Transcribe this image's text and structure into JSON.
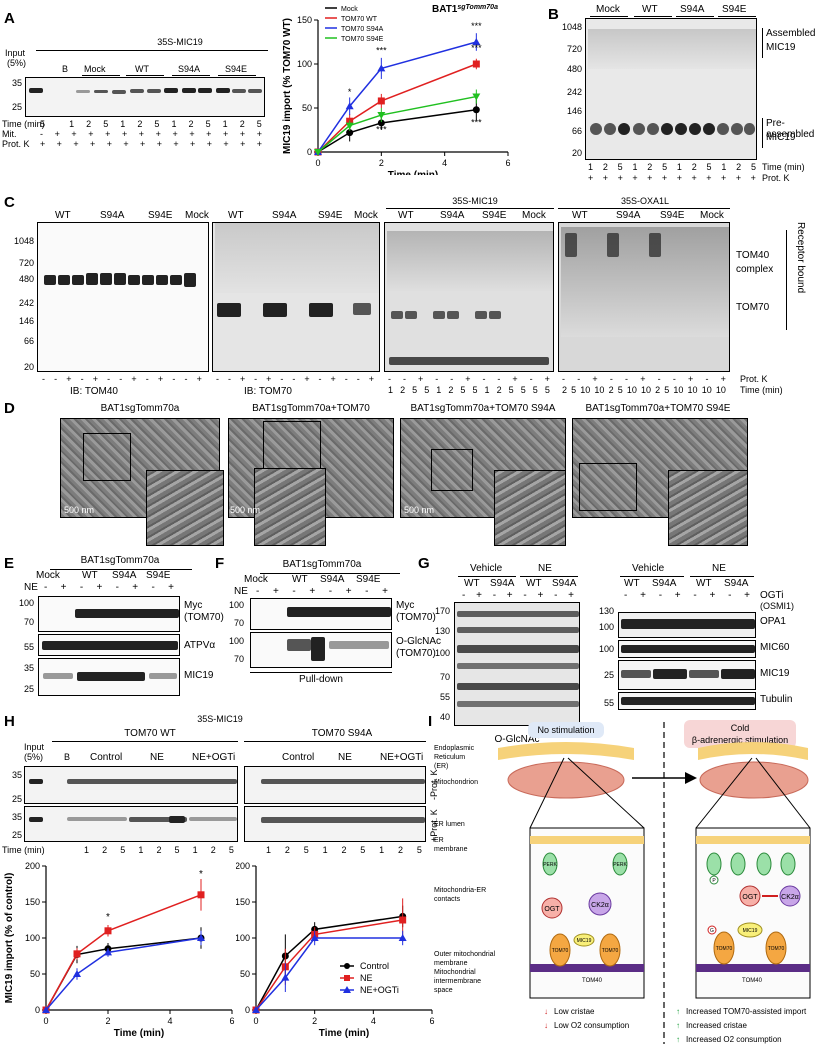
{
  "panel_labels": [
    "A",
    "B",
    "C",
    "D",
    "E",
    "F",
    "G",
    "H",
    "I"
  ],
  "panelA": {
    "title": "35S-MIC19",
    "input_label": "Input",
    "input_pct": "(5%)",
    "b_label": "B",
    "groups": [
      "Mock",
      "WT",
      "S94A",
      "S94E"
    ],
    "mw": [
      "35",
      "25"
    ],
    "row_labels": [
      "Time (min)",
      "Mit.",
      "Prot. K"
    ],
    "time_row": [
      "5",
      "1",
      "2",
      "5",
      "1",
      "2",
      "5",
      "1",
      "2",
      "5",
      "1",
      "2",
      "5"
    ],
    "mit_row": [
      "-",
      "+",
      "+",
      "+",
      "+",
      "+",
      "+",
      "+",
      "+",
      "+",
      "+",
      "+",
      "+",
      "+"
    ],
    "protk_row": [
      "+",
      "+",
      "+",
      "+",
      "+",
      "+",
      "+",
      "+",
      "+",
      "+",
      "+",
      "+",
      "+",
      "+"
    ]
  },
  "chartA_text": {
    "title_main": "BAT1",
    "title_sup": "sgTomm70a",
    "ylabel": "MIC19 import (% TOM70 WT)",
    "xlabel": "Time (min)",
    "legend": [
      "Mock",
      "TOM70 WT",
      "TOM70 S94A",
      "TOM70 S94E"
    ],
    "stars": [
      "*",
      "***",
      "***",
      "***",
      "***",
      "***"
    ]
  },
  "panelB": {
    "groups": [
      "Mock",
      "WT",
      "S94A",
      "S94E"
    ],
    "mw": [
      "1048",
      "720",
      "480",
      "242",
      "146",
      "66",
      "20"
    ],
    "annot_top": [
      "Assembled",
      "MIC19"
    ],
    "annot_bot": [
      "Pre-assembled",
      "MIC19"
    ],
    "time_row": [
      "1",
      "2",
      "5",
      "1",
      "2",
      "5",
      "1",
      "2",
      "5",
      "1",
      "2",
      "5"
    ],
    "time_label": "Time (min)",
    "protk_label": "Prot. K"
  },
  "panelC": {
    "mw": [
      "1048",
      "720",
      "480",
      "242",
      "146",
      "66",
      "20"
    ],
    "groups": [
      "WT",
      "S94A",
      "S94E",
      "Mock"
    ],
    "ib1": "IB: TOM40",
    "ib2": "IB: TOM70",
    "title3": "35S-MIC19",
    "title4": "35S-OXA1L",
    "annot": [
      "TOM40",
      "complex",
      "TOM70"
    ],
    "receptor": "Receptor bound",
    "pk_row12": [
      "-",
      "-",
      "+",
      "-",
      "+",
      "-",
      "-",
      "+",
      "-",
      "+",
      "-",
      "-",
      "+"
    ],
    "pk_row3": [
      "-",
      "-",
      "+",
      "-",
      "-",
      "+",
      "-",
      "-",
      "+",
      "-",
      "+"
    ],
    "time_row3": [
      "1",
      "2",
      "5",
      "5",
      "1",
      "2",
      "5",
      "5",
      "1",
      "2",
      "5",
      "5",
      "5",
      "5"
    ],
    "time_row4": [
      "2",
      "5",
      "10",
      "10",
      "2",
      "5",
      "10",
      "10",
      "2",
      "5",
      "10",
      "10",
      "10",
      "10"
    ],
    "protk_label": "Prot. K",
    "time_label": "Time (min)"
  },
  "panelD": {
    "titles": [
      "BAT1sgTomm70a",
      "BAT1sgTomm70a+TOM70",
      "BAT1sgTomm70a+TOM70 S94A",
      "BAT1sgTomm70a+TOM70 S94E"
    ],
    "scale": "500 nm"
  },
  "panelE": {
    "title": "BAT1sgTomm70a",
    "groups": [
      "Mock",
      "WT",
      "S94A",
      "S94E"
    ],
    "ne_label": "NE",
    "ne_row": [
      "-",
      "+",
      "-",
      "+",
      "-",
      "+",
      "-",
      "+"
    ],
    "mw": [
      "100",
      "70",
      "55",
      "35",
      "25"
    ],
    "bands": [
      "Myc",
      "(TOM70)",
      "ATPVα",
      "MIC19"
    ]
  },
  "panelF": {
    "title": "BAT1sgTomm70a",
    "groups": [
      "Mock",
      "WT",
      "S94A",
      "S94E"
    ],
    "ne_label": "NE",
    "ne_row": [
      "-",
      "+",
      "-",
      "+",
      "-",
      "+",
      "-",
      "+"
    ],
    "mw": [
      "100",
      "70",
      "100",
      "70"
    ],
    "bands": [
      "Myc",
      "(TOM70)",
      "O-GlcNAc",
      "(TOM70)"
    ],
    "footer": "Pull-down"
  },
  "panelG": {
    "cond": [
      "Vehicle",
      "NE"
    ],
    "genos": [
      "WT",
      "S94A",
      "WT",
      "S94A"
    ],
    "ogti_row": [
      "-",
      "+",
      "-",
      "+",
      "-",
      "+",
      "-",
      "+"
    ],
    "ogti_label": "OGTi",
    "ogti_sub": "(OSMI1)",
    "mw_left": [
      "170",
      "130",
      "100",
      "70",
      "55",
      "40"
    ],
    "left_footer": "O-GlcNAc",
    "mw_right": [
      "130",
      "100",
      "100",
      "25",
      "55"
    ],
    "bands": [
      "OPA1",
      "MIC60",
      "MIC19",
      "Tubulin"
    ]
  },
  "panelH": {
    "title": "35S-MIC19",
    "halves": [
      "TOM70 WT",
      "TOM70 S94A"
    ],
    "input_label": "Input",
    "input_pct": "(5%)",
    "b_label": "B",
    "groups": [
      "Control",
      "NE",
      "NE+OGTi"
    ],
    "mw": [
      "35",
      "25",
      "35",
      "25"
    ],
    "row_labels": [
      "-Prot. K",
      "+Prot. K"
    ],
    "time_label": "Time (min)",
    "time_row": [
      "1",
      "2",
      "5",
      "1",
      "2",
      "5",
      "1",
      "2",
      "5"
    ],
    "ylabel": "MIC19 import (% of control)",
    "xlabel": "Time (min)",
    "legend": [
      "Control",
      "NE",
      "NE+OGTi"
    ],
    "stars": [
      "*",
      "*"
    ]
  },
  "panelI": {
    "left_header": "No stimulation",
    "right_header": [
      "Cold",
      "β-adrenergic stimulation"
    ],
    "labels": [
      "Endoplasmic",
      "Reticulum",
      "(ER)",
      "Mitochondrion",
      "ER lumen",
      "ER",
      "membrane",
      "Mitochondria-ER",
      "contacts",
      "Outer mitochondrial",
      "membrane",
      "Mitochondrial",
      "intermembrane",
      "space"
    ],
    "proteins": [
      "PERK",
      "OGT",
      "CK2α",
      "MIC19",
      "TOM70",
      "TOM40",
      "P",
      "G"
    ],
    "left_results": [
      "Low cristae",
      "Low O2 consumption"
    ],
    "right_results": [
      "Increased TOM70-assisted import",
      "Increased cristae",
      "Increased O2 consumption"
    ]
  },
  "chart_data": [
    {
      "type": "line",
      "title": "BAT1 sgTomm70a",
      "xlabel": "Time (min)",
      "ylabel": "MIC19 import (% TOM70 WT)",
      "x": [
        0,
        1,
        2,
        5
      ],
      "xlim": [
        0,
        6
      ],
      "ylim": [
        0,
        150
      ],
      "xticks": [
        0,
        2,
        4,
        6
      ],
      "yticks": [
        0,
        50,
        100,
        150
      ],
      "legend_position": "top-left",
      "series": [
        {
          "name": "Mock",
          "color": "#000000",
          "values": [
            0,
            22,
            33,
            48
          ]
        },
        {
          "name": "TOM70 WT",
          "color": "#e02020",
          "values": [
            0,
            35,
            58,
            100
          ]
        },
        {
          "name": "TOM70 S94A",
          "color": "#2030e0",
          "values": [
            0,
            52,
            95,
            125
          ]
        },
        {
          "name": "TOM70 S94E",
          "color": "#20c020",
          "values": [
            0,
            30,
            42,
            63
          ]
        }
      ]
    },
    {
      "type": "line",
      "xlabel": "Time (min)",
      "ylabel": "MIC19 import (% of control)",
      "x": [
        0,
        1,
        2,
        5
      ],
      "xlim": [
        0,
        6
      ],
      "ylim": [
        0,
        200
      ],
      "xticks": [
        0,
        2,
        4,
        6
      ],
      "yticks": [
        0,
        50,
        100,
        150,
        200
      ],
      "series": [
        {
          "name": "Control",
          "color": "#000000",
          "values": [
            0,
            77,
            85,
            100
          ]
        },
        {
          "name": "NE",
          "color": "#e02020",
          "values": [
            0,
            78,
            110,
            160
          ]
        },
        {
          "name": "NE+OGTi",
          "color": "#2030e0",
          "values": [
            0,
            50,
            80,
            100
          ]
        }
      ]
    },
    {
      "type": "line",
      "xlabel": "Time (min)",
      "x": [
        0,
        1,
        2,
        5
      ],
      "xlim": [
        0,
        6
      ],
      "ylim": [
        0,
        200
      ],
      "xticks": [
        0,
        2,
        4,
        6
      ],
      "yticks": [
        0,
        50,
        100,
        150,
        200
      ],
      "series": [
        {
          "name": "Control",
          "color": "#000000",
          "values": [
            0,
            75,
            112,
            130
          ]
        },
        {
          "name": "NE",
          "color": "#e02020",
          "values": [
            0,
            60,
            105,
            125
          ]
        },
        {
          "name": "NE+OGTi",
          "color": "#2030e0",
          "values": [
            0,
            45,
            100,
            100
          ]
        }
      ]
    }
  ]
}
